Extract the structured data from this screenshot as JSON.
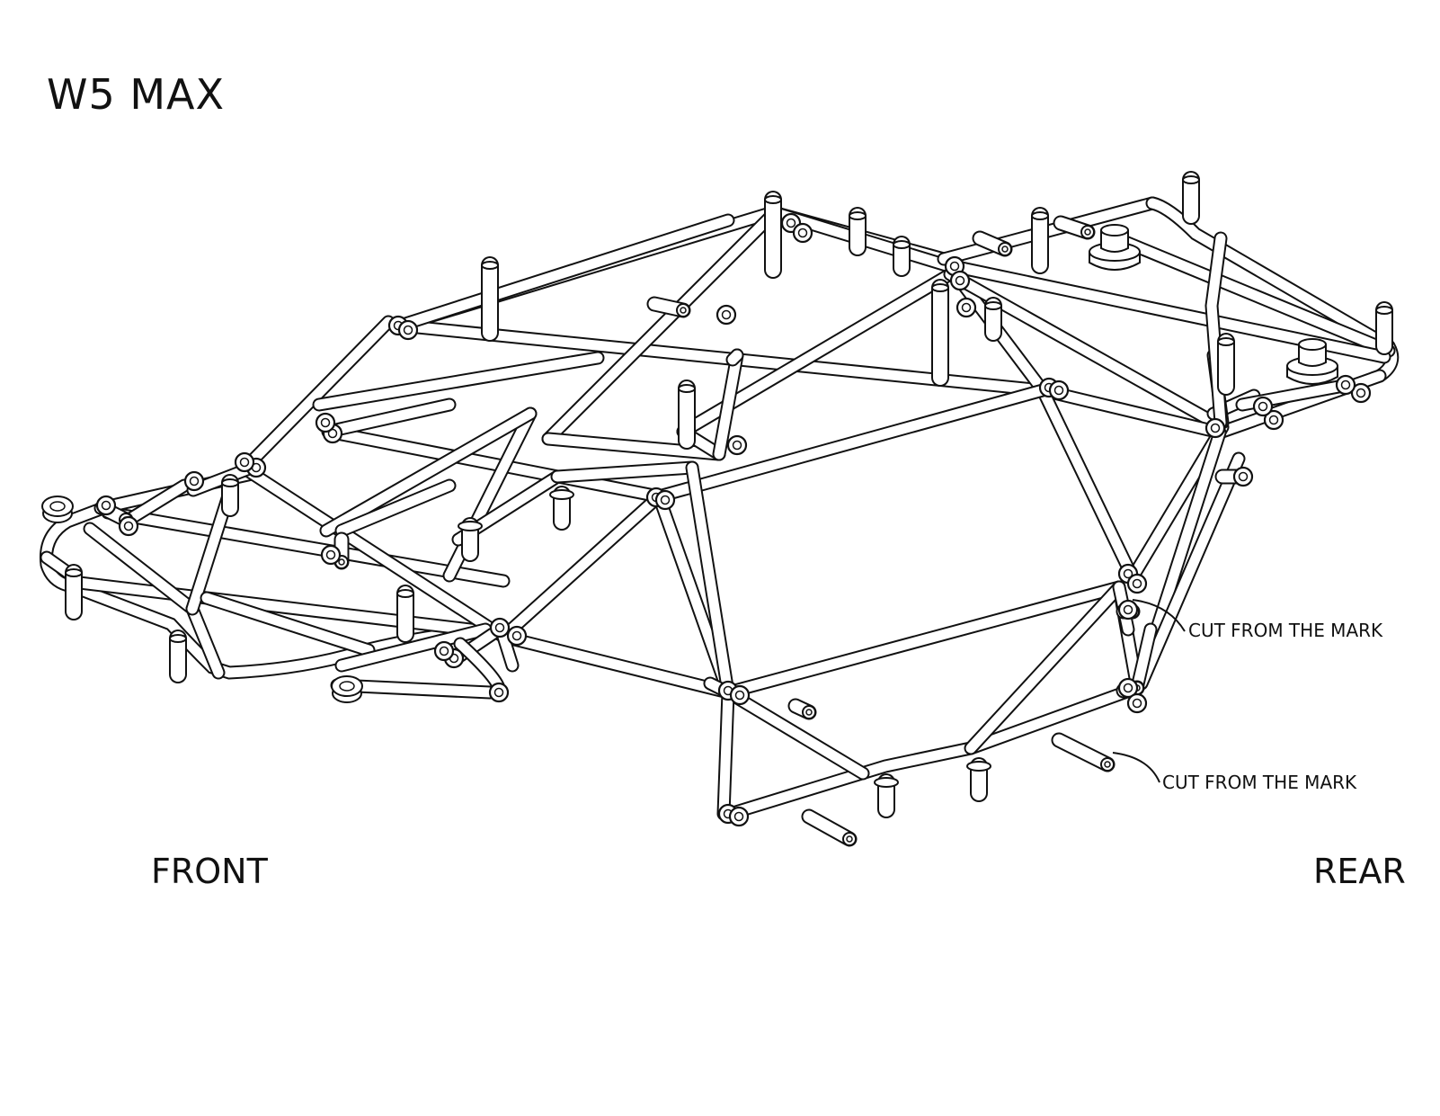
{
  "title": "W5 MAX",
  "labels": {
    "front": "FRONT",
    "rear": "REAR",
    "cut_1": "CUT FROM THE MARK",
    "cut_2": "CUT FROM THE MARK"
  },
  "colors": {
    "line": "#111111",
    "background": "#ffffff"
  }
}
